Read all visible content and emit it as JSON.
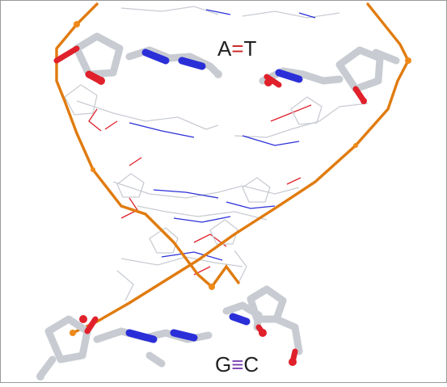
{
  "labels": {
    "at": {
      "left": "A",
      "bond": "=",
      "right": "T"
    },
    "gc": {
      "left": "G",
      "bond": "≡",
      "right": "C"
    }
  },
  "colors": {
    "backbone": "#e07b0e",
    "carbon": "#c8ccd2",
    "nitrogen": "#2b2fd8",
    "oxygen": "#e0202a",
    "phosphorus": "#ee8a1a",
    "at_bond": "#cc1f1f",
    "gc_bond": "#7a3fb0"
  }
}
